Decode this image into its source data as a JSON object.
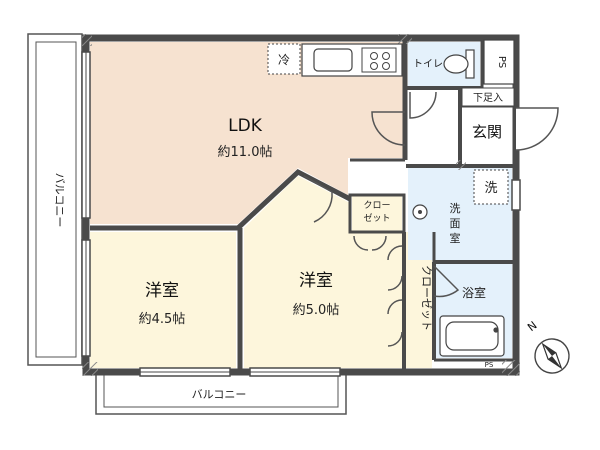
{
  "floorplan": {
    "rooms": {
      "ldk": {
        "name": "LDK",
        "size": "約11.0帖"
      },
      "western_1": {
        "name": "洋室",
        "size": "約4.5帖"
      },
      "western_2": {
        "name": "洋室",
        "size": "約5.0帖"
      },
      "entrance": {
        "name": "玄関"
      },
      "washroom": {
        "name_line1": "洗",
        "name_line2": "面",
        "name_line3": "室"
      },
      "bath": {
        "name": "浴室"
      },
      "toilet": {
        "name": "トイレ"
      }
    },
    "labels": {
      "fridge": "冷",
      "closet_small_line1": "クロー",
      "closet_small_line2": "ゼット",
      "closet_long": "クローゼット",
      "shoe_box": "下足入",
      "washer": "洗",
      "pipe_space_1": "PS",
      "pipe_space_2": "PS",
      "balcony_left": "バルコニー",
      "balcony_bottom": "バルコニー"
    },
    "colors": {
      "ldk": "#f6e2d0",
      "western": "#fdf6dc",
      "wet_area": "#e4f1fb",
      "wall": "#4a4a4a",
      "hatch": "#9a9a9a"
    },
    "compass": {
      "symbol": "N"
    }
  }
}
